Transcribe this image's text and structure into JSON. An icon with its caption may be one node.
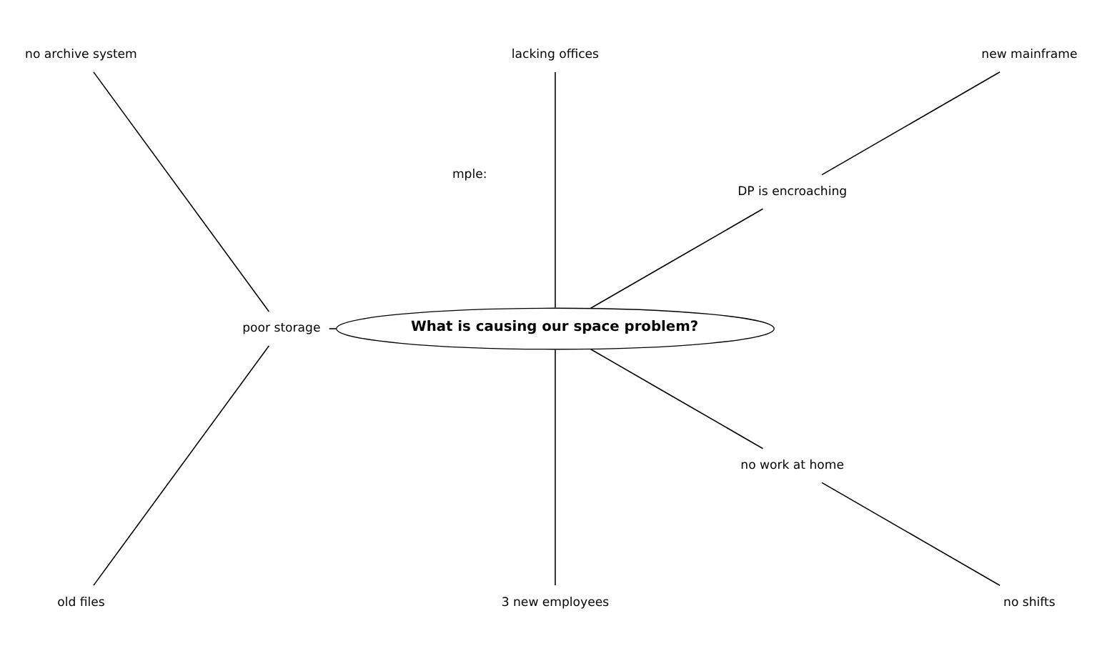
{
  "diagram": {
    "nodes": [
      {
        "text": [
          "What is causing our space problem?"
        ]
      },
      {
        "text": [
          "DP is encroaching"
        ]
      },
      {
        "text": [
          "new mainframe"
        ]
      },
      {
        "text": [
          "lacking offices"
        ]
      },
      {
        "text": [
          "poor storage"
        ]
      },
      {
        "text": [
          "no archive system"
        ]
      },
      {
        "text": [
          "old files"
        ]
      },
      {
        "text": [
          "3 new employees"
        ]
      },
      {
        "text": [
          "no work at home"
        ]
      },
      {
        "text": [
          "no shifts"
        ]
      }
    ],
    "edges": [
      {
        "from": 0,
        "to": 1,
        "arrow": "none"
      },
      {
        "from": 1,
        "to": 2,
        "arrow": "none"
      },
      {
        "from": 0,
        "to": 3,
        "arrow": "none"
      },
      {
        "from": 0,
        "to": 4,
        "arrow": "none"
      },
      {
        "from": 4,
        "to": 5,
        "arrow": "none"
      },
      {
        "from": 4,
        "to": 6,
        "arrow": "none"
      },
      {
        "from": 0,
        "to": 7,
        "arrow": "none"
      },
      {
        "from": 0,
        "to": 8,
        "arrow": "none"
      },
      {
        "from": 8,
        "to": 9,
        "arrow": "none"
      }
    ],
    "labels": [
      "mple:"
    ]
  }
}
